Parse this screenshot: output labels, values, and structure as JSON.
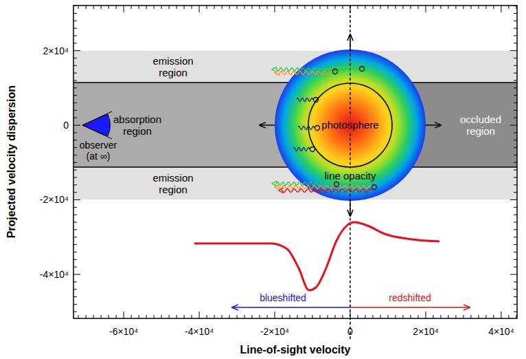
{
  "diagram": {
    "nodes": [
      {
        "text": [
          "emission region"
        ]
      },
      {
        "text": [
          "absorption region"
        ]
      },
      {
        "text": [
          "occluded region"
        ],
        "in": 1
      },
      {
        "text": [
          "line opacity"
        ]
      },
      {
        "text": [
          "photosphere"
        ],
        "in": 3
      },
      {
        "text": [
          "emission region"
        ]
      }
    ],
    "labels": [
      "observer (at ∞)",
      "blueshifted",
      "redshifted",
      "2×10⁴",
      "0",
      "-2×10⁴",
      "-4×10⁴",
      "-6×10⁴",
      "-4×10⁴",
      "-2×10⁴",
      "0",
      "2×10⁴",
      "4×10⁴",
      "Projected velocity dispersion",
      "Line-of-sight velocity"
    ]
  }
}
